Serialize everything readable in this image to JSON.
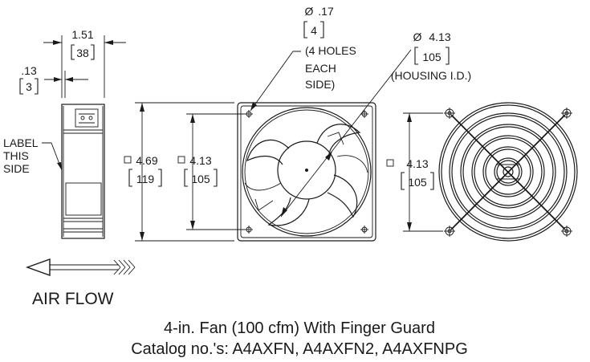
{
  "side_view": {
    "width_in": "1.51",
    "width_mm": "38",
    "flange_in": ".13",
    "flange_mm": "3",
    "label_line1": "LABEL",
    "label_line2": "THIS",
    "label_line3": "SIDE"
  },
  "front_view": {
    "hole_dia_in": ".17",
    "hole_dia_mm": "4",
    "holes_note_line1": "(4 HOLES",
    "holes_note_line2": "EACH",
    "holes_note_line3": "SIDE)",
    "housing_dia_in": "4.13",
    "housing_dia_mm": "105",
    "housing_note": "(HOUSING I.D.)",
    "outer_size_in": "4.69",
    "outer_size_mm": "119",
    "hole_spacing_in": "4.13",
    "hole_spacing_mm": "105"
  },
  "guard_view": {
    "hole_spacing_in": "4.13",
    "hole_spacing_mm": "105"
  },
  "airflow_label": "AIR FLOW",
  "caption": {
    "line1": "4-in. Fan (100 cfm) With Finger Guard",
    "line2": "Catalog no.'s: A4AXFN, A4AXFN2, A4AXFNPG"
  },
  "symbols": {
    "diameter": "Ø",
    "square": "□"
  }
}
